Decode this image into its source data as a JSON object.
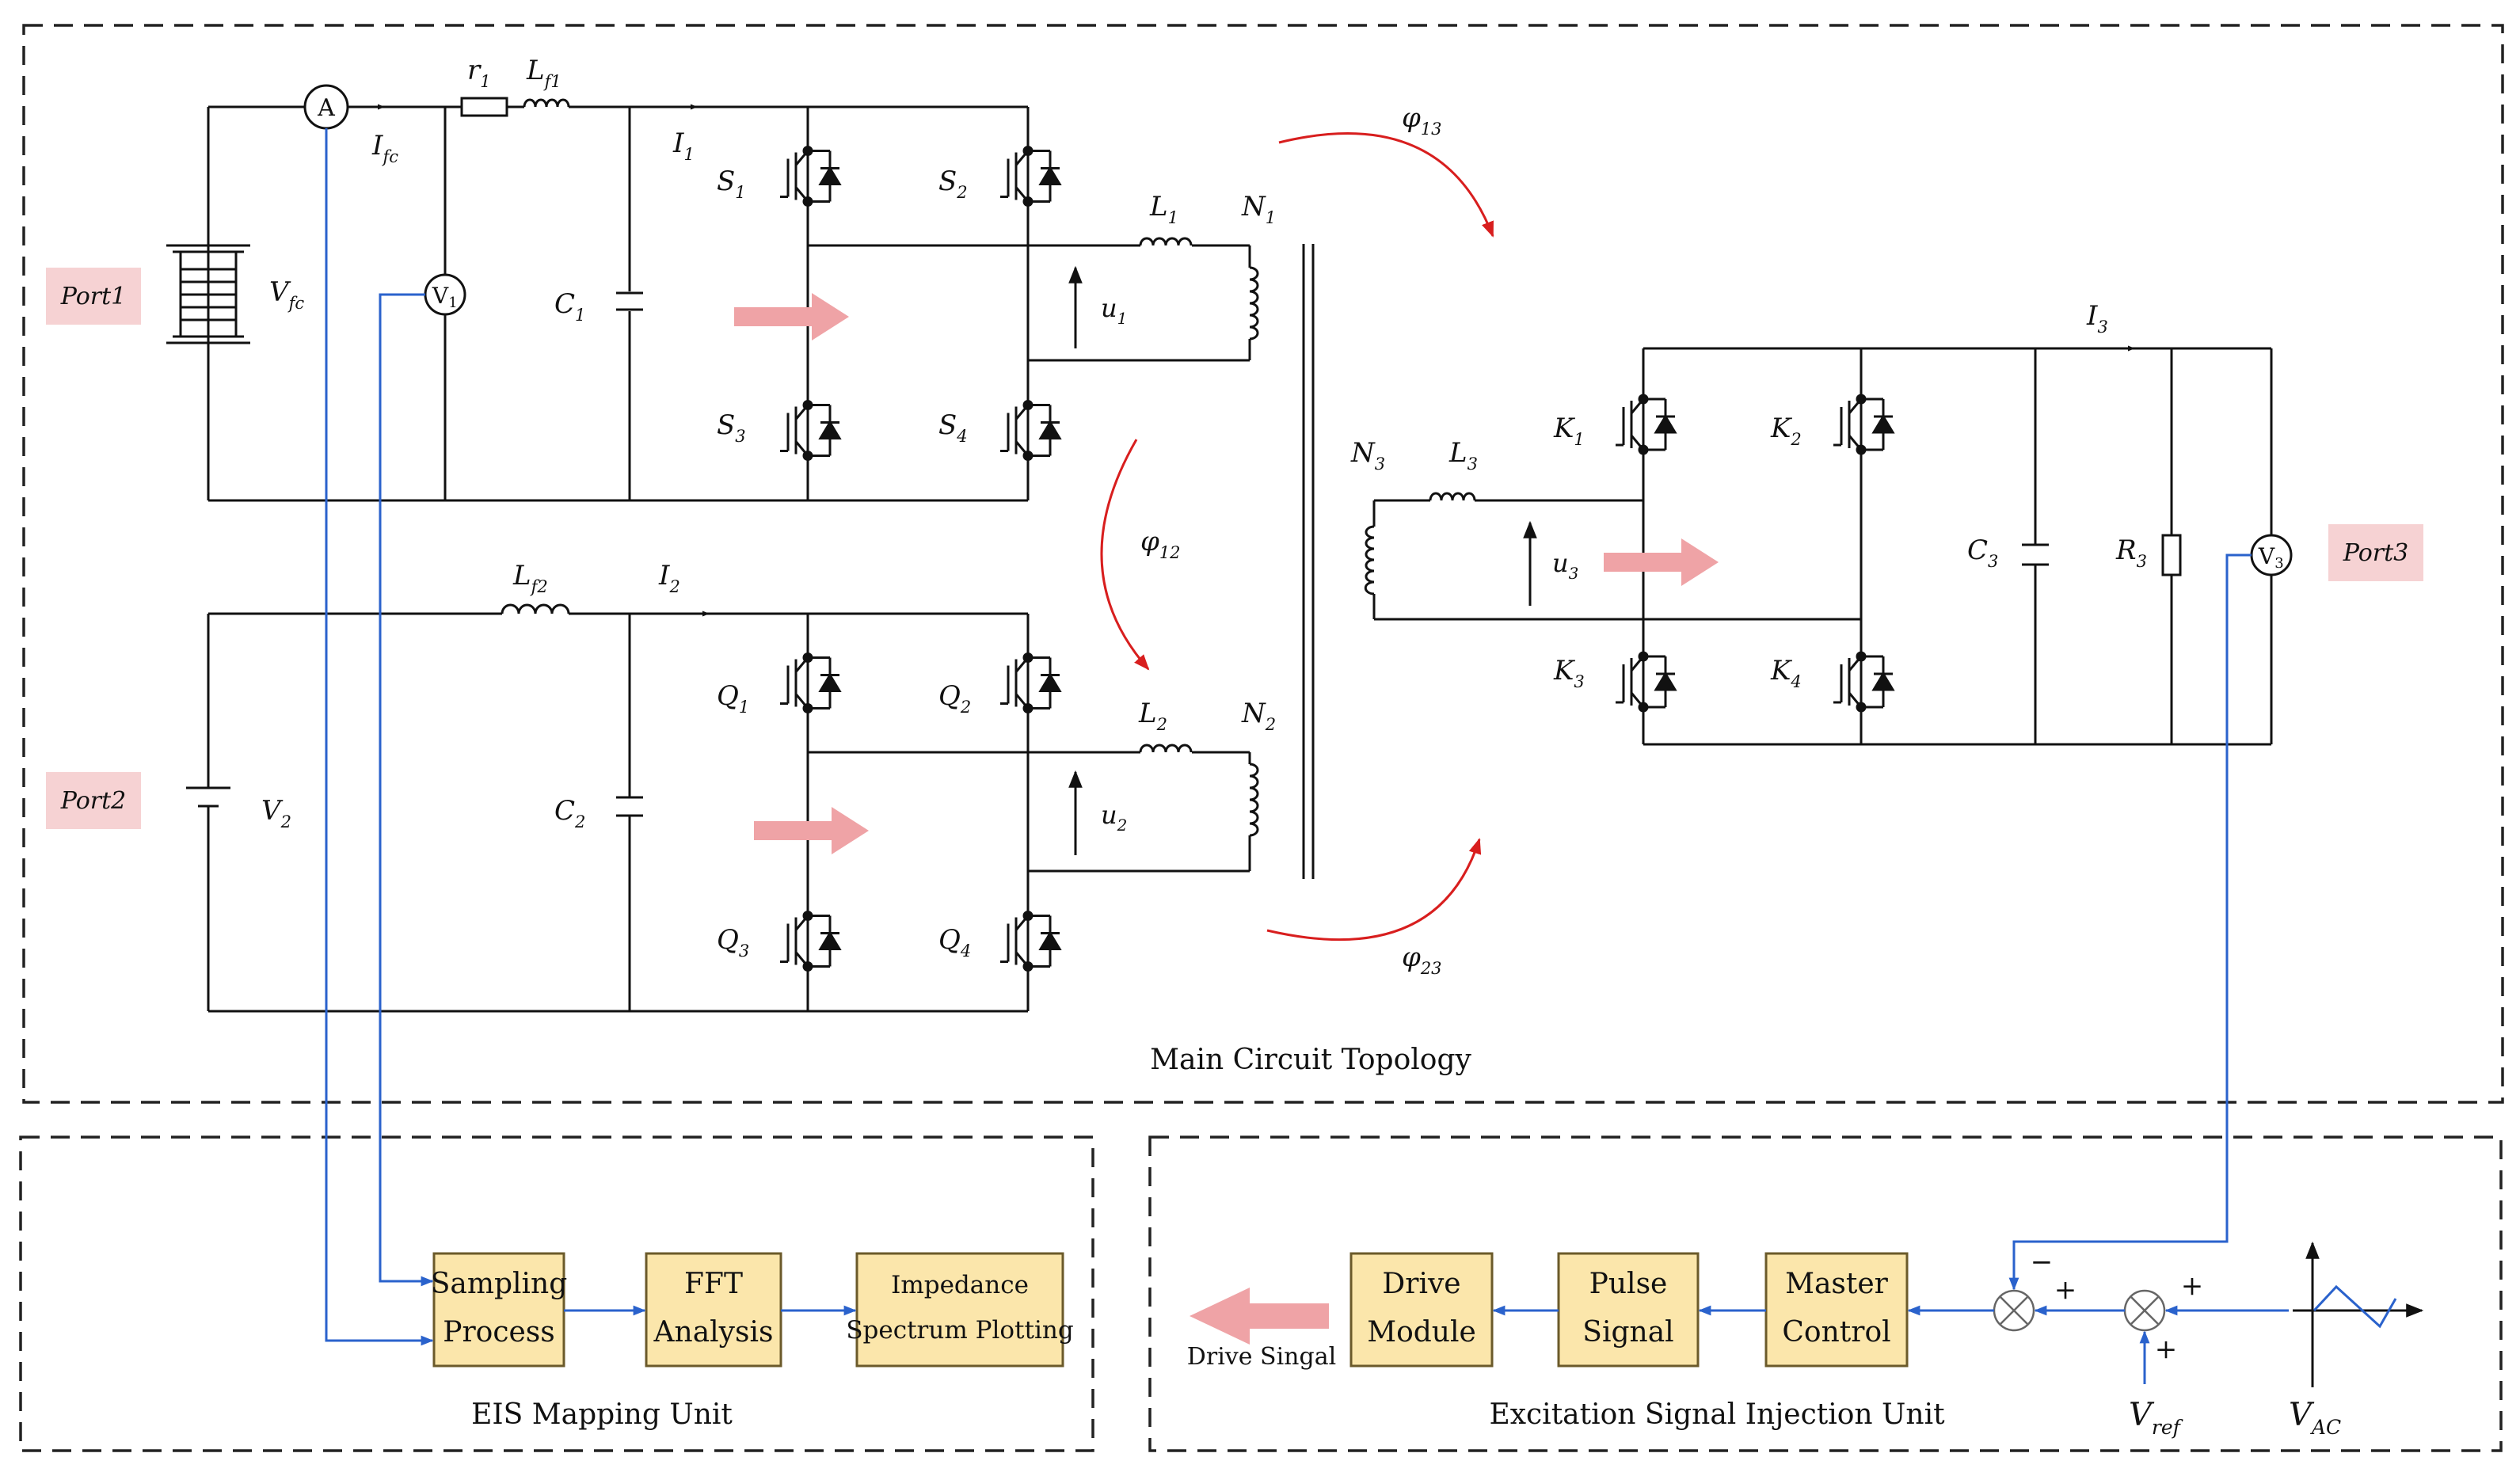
{
  "colors": {
    "wire": "#111111",
    "signal": "#2a62cc",
    "phase": "#d81e1e",
    "flow_arrow": "#efa3a6",
    "port_fill": "#f6d2d3",
    "block_fill": "#fbe6ab",
    "block_border": "#6b5a2a"
  },
  "frames": {
    "main": "Main Circuit Topology",
    "eis": "EIS Mapping Unit",
    "excitation": "Excitation Signal Injection Unit"
  },
  "ports": {
    "p1": "Port1",
    "p2": "Port2",
    "p3": "Port3"
  },
  "meters": {
    "ammeter": "A",
    "v1": "V",
    "v1_sub": "1",
    "v3": "V",
    "v3_sub": "3"
  },
  "labels": {
    "r1": "r",
    "r1_sub": "1",
    "lf1": "L",
    "lf1_sub": "f1",
    "ifc": "I",
    "ifc_sub": "fc",
    "i1": "I",
    "i1_sub": "1",
    "vfc": "V",
    "vfc_sub": "fc",
    "c1": "C",
    "c1_sub": "1",
    "s1": "S",
    "s1_sub": "1",
    "s2": "S",
    "s2_sub": "2",
    "s3": "S",
    "s3_sub": "3",
    "s4": "S",
    "s4_sub": "4",
    "l1": "L",
    "l1_sub": "1",
    "n1": "N",
    "n1_sub": "1",
    "u1": "u",
    "u1_sub": "1",
    "lf2": "L",
    "lf2_sub": "f2",
    "i2": "I",
    "i2_sub": "2",
    "v2": "V",
    "v2_sub": "2",
    "c2": "C",
    "c2_sub": "2",
    "q1": "Q",
    "q1_sub": "1",
    "q2": "Q",
    "q2_sub": "2",
    "q3": "Q",
    "q3_sub": "3",
    "q4": "Q",
    "q4_sub": "4",
    "l2": "L",
    "l2_sub": "2",
    "n2": "N",
    "n2_sub": "2",
    "u2": "u",
    "u2_sub": "2",
    "n3": "N",
    "n3_sub": "3",
    "l3": "L",
    "l3_sub": "3",
    "u3": "u",
    "u3_sub": "3",
    "k1": "K",
    "k1_sub": "1",
    "k2": "K",
    "k2_sub": "2",
    "k3": "K",
    "k3_sub": "3",
    "k4": "K",
    "k4_sub": "4",
    "i3": "I",
    "i3_sub": "3",
    "c3": "C",
    "c3_sub": "3",
    "r3": "R",
    "r3_sub": "3"
  },
  "phase_shifts": {
    "p13": "φ",
    "p13_sub": "13",
    "p12": "φ",
    "p12_sub": "12",
    "p23": "φ",
    "p23_sub": "23"
  },
  "blocks": {
    "sampling": [
      "Sampling",
      "Process"
    ],
    "fft": [
      "FFT",
      "Analysis"
    ],
    "impedance": [
      "Impedance",
      "Spectrum Plotting"
    ],
    "drive": [
      "Drive",
      "Module"
    ],
    "pulse": [
      "Pulse",
      "Signal"
    ],
    "master": [
      "Master",
      "Control"
    ]
  },
  "control": {
    "drive_signal": "Drive Singal",
    "sum1_minus": "−",
    "sum1_plus": "+",
    "sum2_plus_top": "+",
    "sum2_plus_bottom": "+",
    "vref": "V",
    "vref_sub": "ref",
    "vac": "V",
    "vac_sub": "AC"
  }
}
